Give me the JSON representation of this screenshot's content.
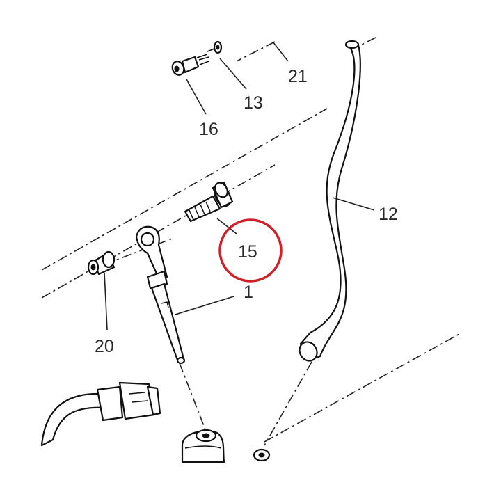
{
  "labels": {
    "p1": "1",
    "p12": "12",
    "p13": "13",
    "p15": "15",
    "p16": "16",
    "p20": "20",
    "p21": "21"
  },
  "highlight": {
    "part": "15",
    "color": "#d0202a"
  },
  "icons": [
    "screw-icon",
    "washer-icon",
    "bushing-icon",
    "hose-icon",
    "connector-icon"
  ]
}
